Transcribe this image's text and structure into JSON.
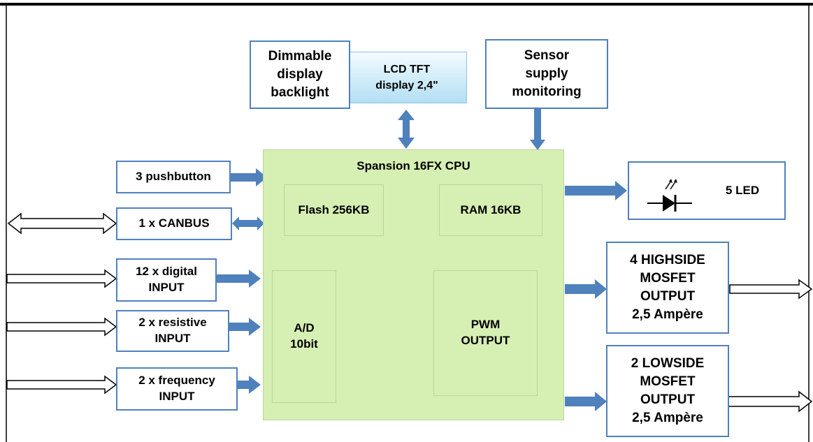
{
  "colors": {
    "box_border": "#4f81bd",
    "arrow_fill": "#4f81bd",
    "cpu_fill": "#d6efb3",
    "lcd_fill": "#b3dff4"
  },
  "top": {
    "backlight": "Dimmable\ndisplay\nbacklight",
    "lcd": "LCD TFT\ndisplay 2,4\"",
    "sensor": "Sensor\nsupply\nmonitoring"
  },
  "cpu": {
    "title": "Spansion 16FX CPU",
    "flash": "Flash 256KB",
    "ram": "RAM 16KB",
    "adc": "A/D\n10bit",
    "pwm": "PWM\nOUTPUT"
  },
  "inputs": {
    "pushbutton": "3 pushbutton",
    "canbus": "1 x CANBUS",
    "digital": "12 x digital\nINPUT",
    "resistive": "2 x resistive\nINPUT",
    "frequency": "2 x frequency\nINPUT"
  },
  "outputs": {
    "led": "5 LED",
    "led_icon": "led-diode-icon",
    "highside": "4 HIGHSIDE\nMOSFET\nOUTPUT\n2,5 Ampère",
    "lowside": "2 LOWSIDE\nMOSFET\nOUTPUT\n2,5 Ampère"
  }
}
